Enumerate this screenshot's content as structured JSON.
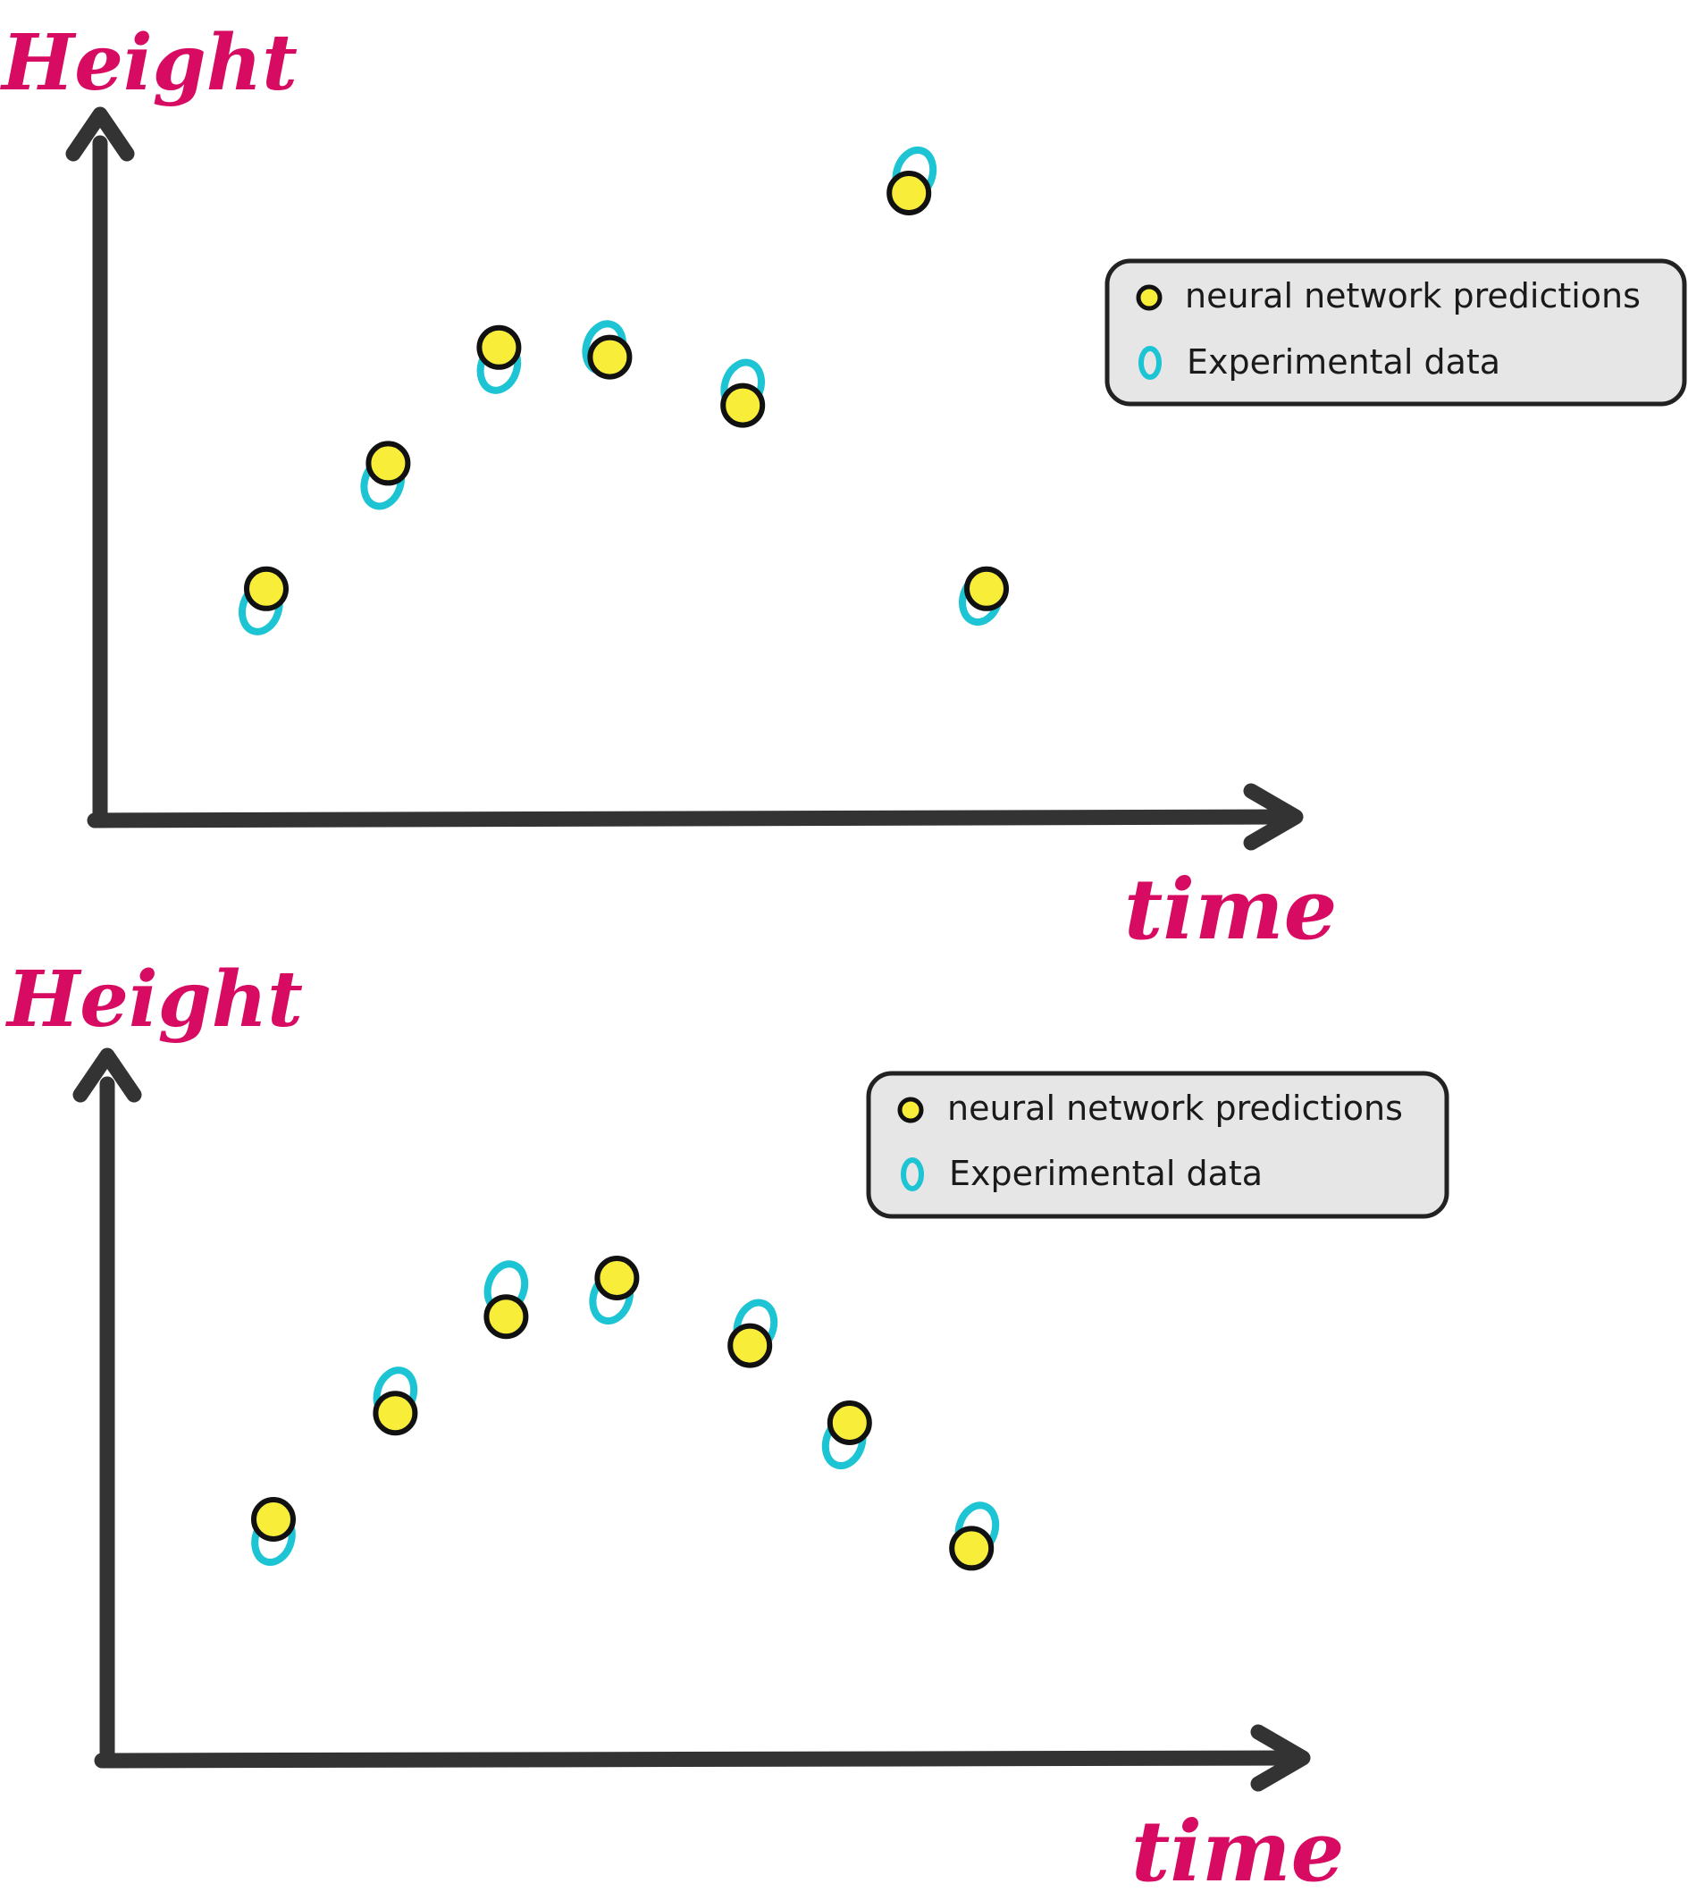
{
  "colors": {
    "axis": "#333333",
    "label": "#d80b62",
    "prediction_fill": "#f8ee3a",
    "prediction_stroke": "#111111",
    "experimental": "#1cc4d4",
    "legend_bg": "#e6e6e6",
    "legend_border": "#222222"
  },
  "chart_data": [
    {
      "type": "scatter",
      "title": "",
      "xlabel": "time",
      "ylabel": "Height",
      "grid": false,
      "legend_placement": "top-right",
      "legend": [
        "neural network predictions",
        "Experimental data"
      ],
      "series": [
        {
          "name": "neural network predictions",
          "marker": "filled-circle",
          "x": [
            1.5,
            2.6,
            3.6,
            4.6,
            5.8,
            7.3,
            8.0
          ],
          "y": [
            2.4,
            3.7,
            4.9,
            4.8,
            4.3,
            6.5,
            2.4
          ]
        },
        {
          "name": "Experimental data",
          "marker": "hollow-oval",
          "x": [
            1.45,
            2.55,
            3.6,
            4.55,
            5.8,
            7.35,
            7.95
          ],
          "y": [
            2.2,
            3.5,
            4.7,
            4.9,
            4.5,
            6.7,
            2.3
          ]
        }
      ],
      "xlim": [
        0,
        10
      ],
      "ylim": [
        0,
        7.5
      ]
    },
    {
      "type": "scatter",
      "title": "",
      "xlabel": "time",
      "ylabel": "Height",
      "grid": false,
      "legend_placement": "top-right",
      "legend": [
        "neural network predictions",
        "Experimental data"
      ],
      "series": [
        {
          "name": "neural network predictions",
          "marker": "filled-circle",
          "x": [
            1.5,
            2.6,
            3.6,
            4.6,
            5.8,
            6.7,
            7.8
          ],
          "y": [
            2.5,
            3.6,
            4.6,
            5.0,
            4.3,
            3.5,
            2.2
          ]
        },
        {
          "name": "Experimental data",
          "marker": "hollow-oval",
          "x": [
            1.5,
            2.6,
            3.6,
            4.55,
            5.85,
            6.65,
            7.85
          ],
          "y": [
            2.3,
            3.8,
            4.9,
            4.8,
            4.5,
            3.3,
            2.4
          ]
        }
      ],
      "xlim": [
        0,
        10
      ],
      "ylim": [
        0,
        7.5
      ]
    }
  ]
}
